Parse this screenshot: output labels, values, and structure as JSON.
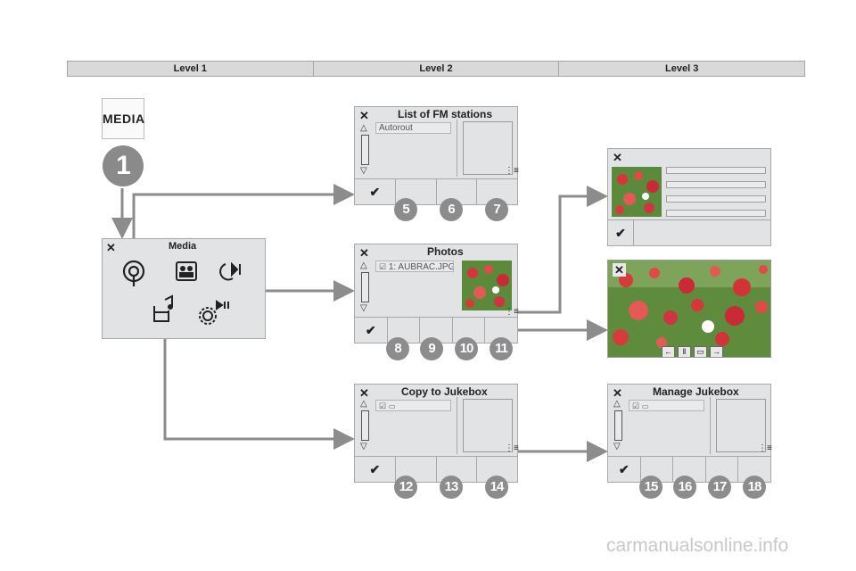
{
  "levels": [
    "Level 1",
    "Level 2",
    "Level 3"
  ],
  "media_button": "MEDIA",
  "step_main": "1",
  "media_panel": {
    "title": "Media"
  },
  "fm_panel": {
    "title": "List of FM stations",
    "field": "Autorout",
    "numbers": [
      "5",
      "6",
      "7"
    ]
  },
  "photos_panel": {
    "title": "Photos",
    "field": "1: AUBRAC.JPG",
    "numbers": [
      "8",
      "9",
      "10",
      "11"
    ]
  },
  "copy_panel": {
    "title": "Copy to Jukebox",
    "numbers": [
      "12",
      "13",
      "14"
    ]
  },
  "manage_panel": {
    "title": "Manage Jukebox",
    "numbers": [
      "15",
      "16",
      "17",
      "18"
    ]
  },
  "watermark": "carmanualsonline.info",
  "colors": {
    "panel_bg": "#e2e3e5",
    "connector": "#8c8c8c",
    "badge": "#8c8c8c"
  }
}
